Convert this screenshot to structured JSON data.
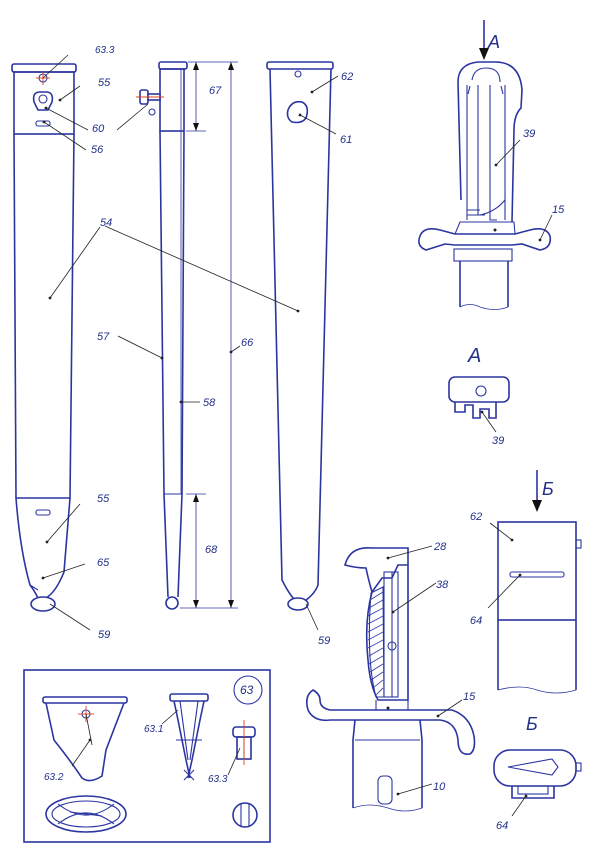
{
  "labels": {
    "l633a": "63.3",
    "l55a": "55",
    "l60": "60",
    "l56": "56",
    "l54": "54",
    "l55b": "55",
    "l65": "65",
    "l59a": "59",
    "l67": "67",
    "l57": "57",
    "l58": "58",
    "l66": "66",
    "l68": "68",
    "l62a": "62",
    "l61": "61",
    "l59b": "59",
    "l39a": "39",
    "l15a": "15",
    "l39b": "39",
    "l62b": "62",
    "l64a": "64",
    "l28": "28",
    "l38": "38",
    "l15b": "15",
    "l10": "10",
    "l64b": "64",
    "l63": "63",
    "l631": "63.1",
    "l632": "63.2",
    "l633b": "63.3"
  },
  "view_letters": {
    "arrow_a": "А",
    "view_a": "А",
    "arrow_b": "Б",
    "view_b": "Б"
  }
}
